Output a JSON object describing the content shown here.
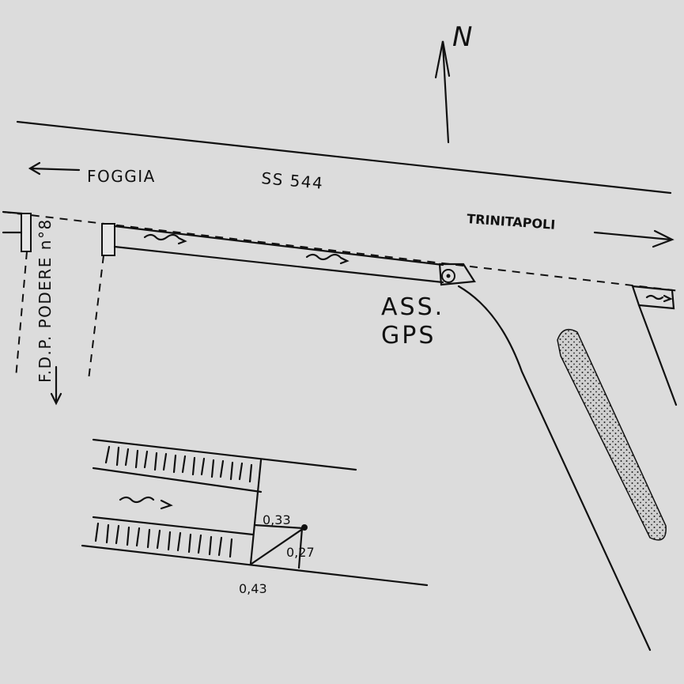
{
  "north_label": "N",
  "labels": {
    "foggia": "FOGGIA",
    "road": "SS 544",
    "trinitapoli": "TRINITAPOLI",
    "assgps_line1": "ASS.",
    "assgps_line2": "GPS",
    "podere": "F.D.P. PODERE n°8"
  },
  "detail": {
    "dim_top": "0,33",
    "dim_side": "0,27",
    "dim_bottom": "0,43"
  },
  "colors": {
    "ink": "#111111",
    "paper": "#dcdcdc"
  }
}
